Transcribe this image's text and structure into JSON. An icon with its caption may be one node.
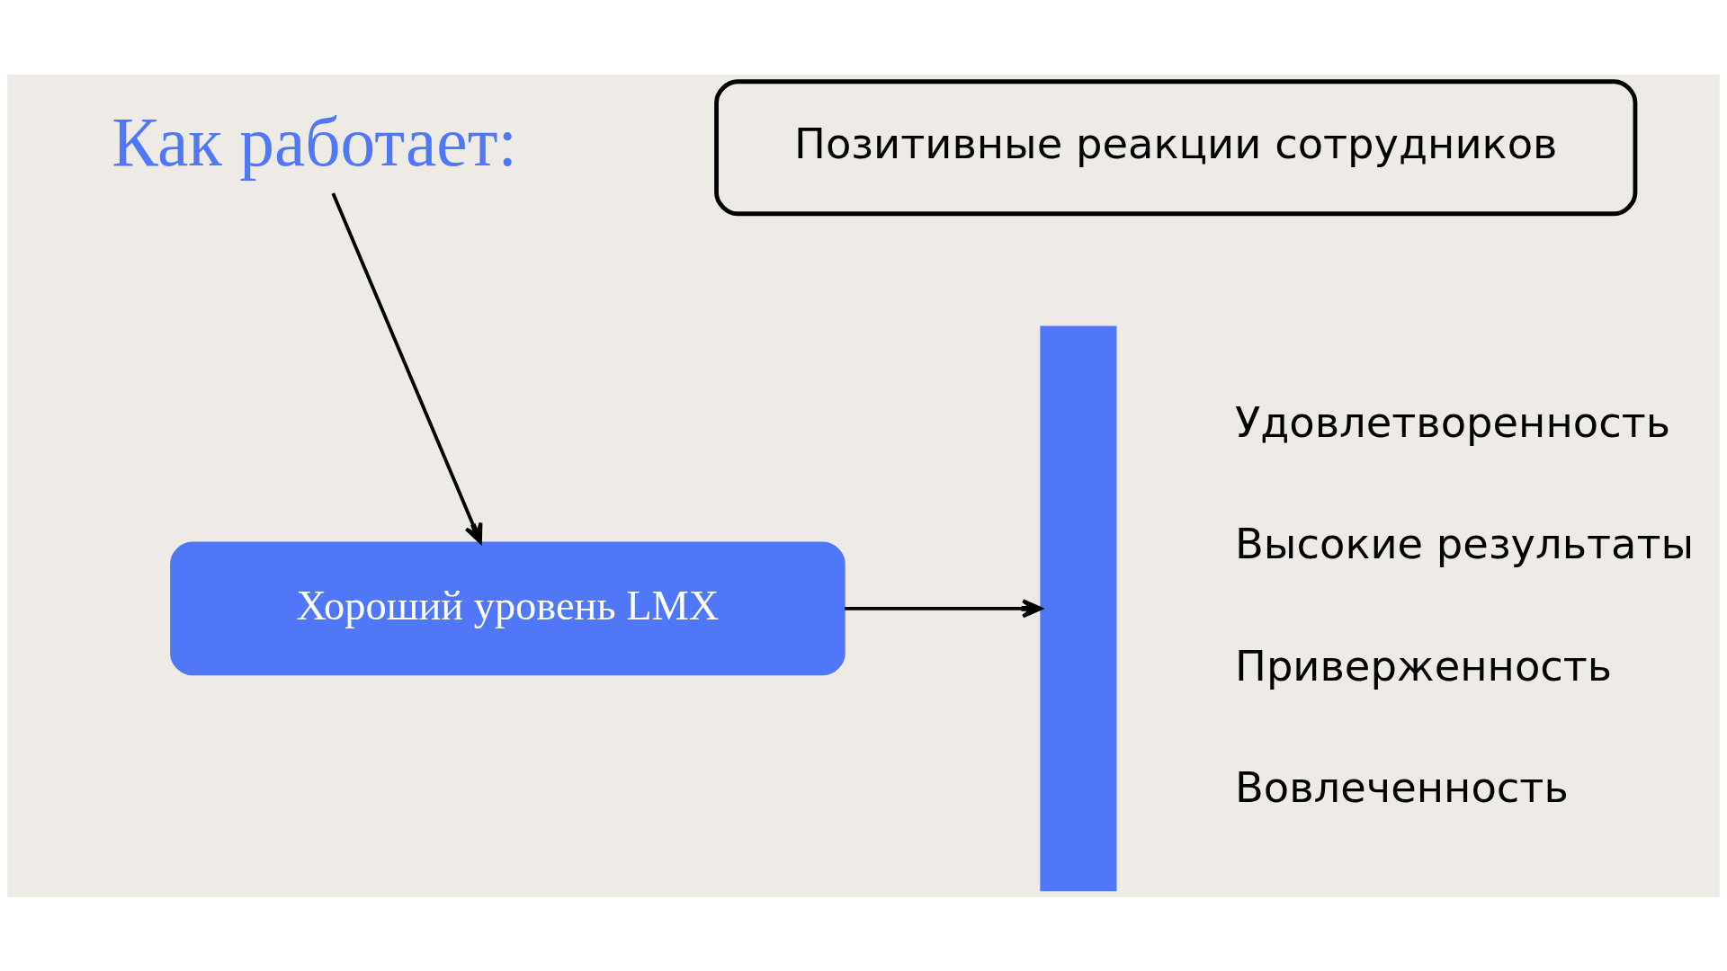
{
  "diagram": {
    "nodes": [
      {
        "text": [
          "Как работает:"
        ]
      },
      {
        "text": [
          "Хороший уровень LMX"
        ]
      },
      {
        "text": [
          "Позитивные реакции сотрудников"
        ]
      },
      {
        "text": [],
        "shape": "brace"
      }
    ],
    "edges": [
      {
        "from": 0,
        "to": 1,
        "arrow": "to"
      },
      {
        "from": 1,
        "to": 3,
        "arrow": "to"
      }
    ],
    "labels": [
      "Удовлетворенность",
      "Высокие результаты",
      "Приверженность",
      "Вовлеченность"
    ]
  }
}
